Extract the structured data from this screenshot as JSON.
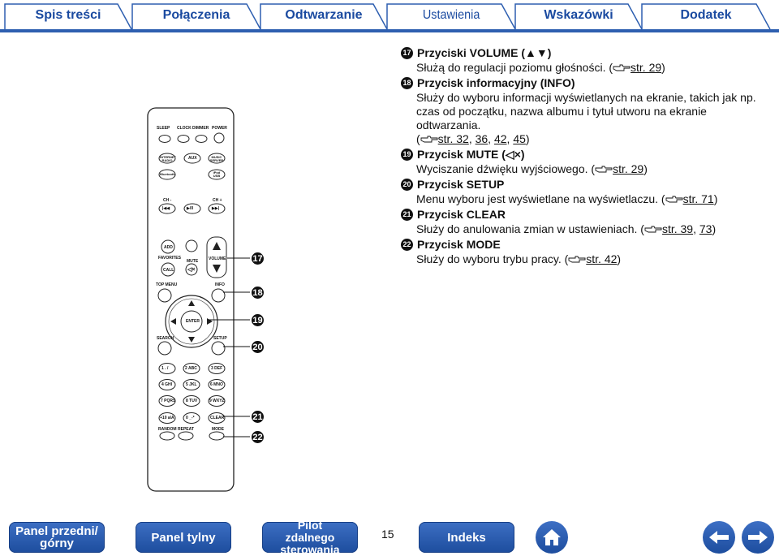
{
  "tabs": [
    "Spis treści",
    "Połączenia",
    "Odtwarzanie",
    "Ustawienia",
    "Wskazówki",
    "Dodatek"
  ],
  "remote": {
    "row1": [
      "SLEEP",
      "CLOCK",
      "DIMMER",
      "POWER"
    ],
    "row2": [
      "INTERNET RADIO",
      "AUX",
      "MUSIC SERVER"
    ],
    "row3": [
      "Bluetooth",
      "iPod USB"
    ],
    "ch_minus": "CH -",
    "ch_plus": "CH +",
    "add": "ADD",
    "favorites": "FAVORITES",
    "call": "CALL",
    "mute": "MUTE",
    "volume": "VOLUME",
    "top_menu": "TOP MENU",
    "info": "INFO",
    "enter": "ENTER",
    "search": "SEARCH",
    "setup": "SETUP",
    "keys": [
      "1 . /",
      "2 ABC",
      "3 DEF",
      "4 GHI",
      "5 JKL",
      "6 MNO",
      "7 PQRS",
      "8 TUV",
      "9 WXYZ",
      "+10 a/A",
      "0 _-*"
    ],
    "clear": "CLEAR",
    "random": "RANDOM",
    "repeat": "REPEAT",
    "mode": "MODE",
    "callouts": [
      "17",
      "18",
      "19",
      "20",
      "21",
      "22"
    ]
  },
  "items": [
    {
      "num": "17",
      "title": "Przyciski VOLUME (▲▼)",
      "lines": [
        {
          "text": "Służą do regulacji poziomu głośności.",
          "refs": [
            "str. 29"
          ]
        }
      ]
    },
    {
      "num": "18",
      "title": "Przycisk informacyjny (INFO)",
      "lines": [
        {
          "text": "Służy do wyboru informacji wyświetlanych na ekranie, takich jak np.",
          "refs": []
        },
        {
          "text": "czas od początku, nazwa albumu i tytuł utworu na ekranie odtwarzania.",
          "refs": []
        },
        {
          "text": "",
          "refs": [
            "str. 32",
            "36",
            "42",
            "45"
          ]
        }
      ]
    },
    {
      "num": "19",
      "title": "Przycisk MUTE (◁×)",
      "lines": [
        {
          "text": "Wyciszanie dźwięku wyjściowego.",
          "refs": [
            "str. 29"
          ]
        }
      ]
    },
    {
      "num": "20",
      "title": "Przycisk SETUP",
      "lines": [
        {
          "text": "Menu wyboru jest wyświetlane na wyświetlaczu.",
          "refs": [
            "str. 71"
          ]
        }
      ]
    },
    {
      "num": "21",
      "title": "Przycisk CLEAR",
      "lines": [
        {
          "text": "Służy do anulowania zmian w ustawieniach.",
          "refs": [
            "str. 39",
            "73"
          ]
        }
      ]
    },
    {
      "num": "22",
      "title": "Przycisk MODE",
      "lines": [
        {
          "text": "Służy do wyboru trybu pracy.",
          "refs": [
            "str. 42"
          ]
        }
      ]
    }
  ],
  "bottom": {
    "front_panel": "Panel przedni/ górny",
    "rear_panel": "Panel tylny",
    "remote": "Pilot zdalnego sterowania",
    "page": "15",
    "index": "Indeks"
  },
  "colors": {
    "accent": "#2e5fb0",
    "tab_text": "#1a4aa0",
    "button": "#2857a8"
  }
}
